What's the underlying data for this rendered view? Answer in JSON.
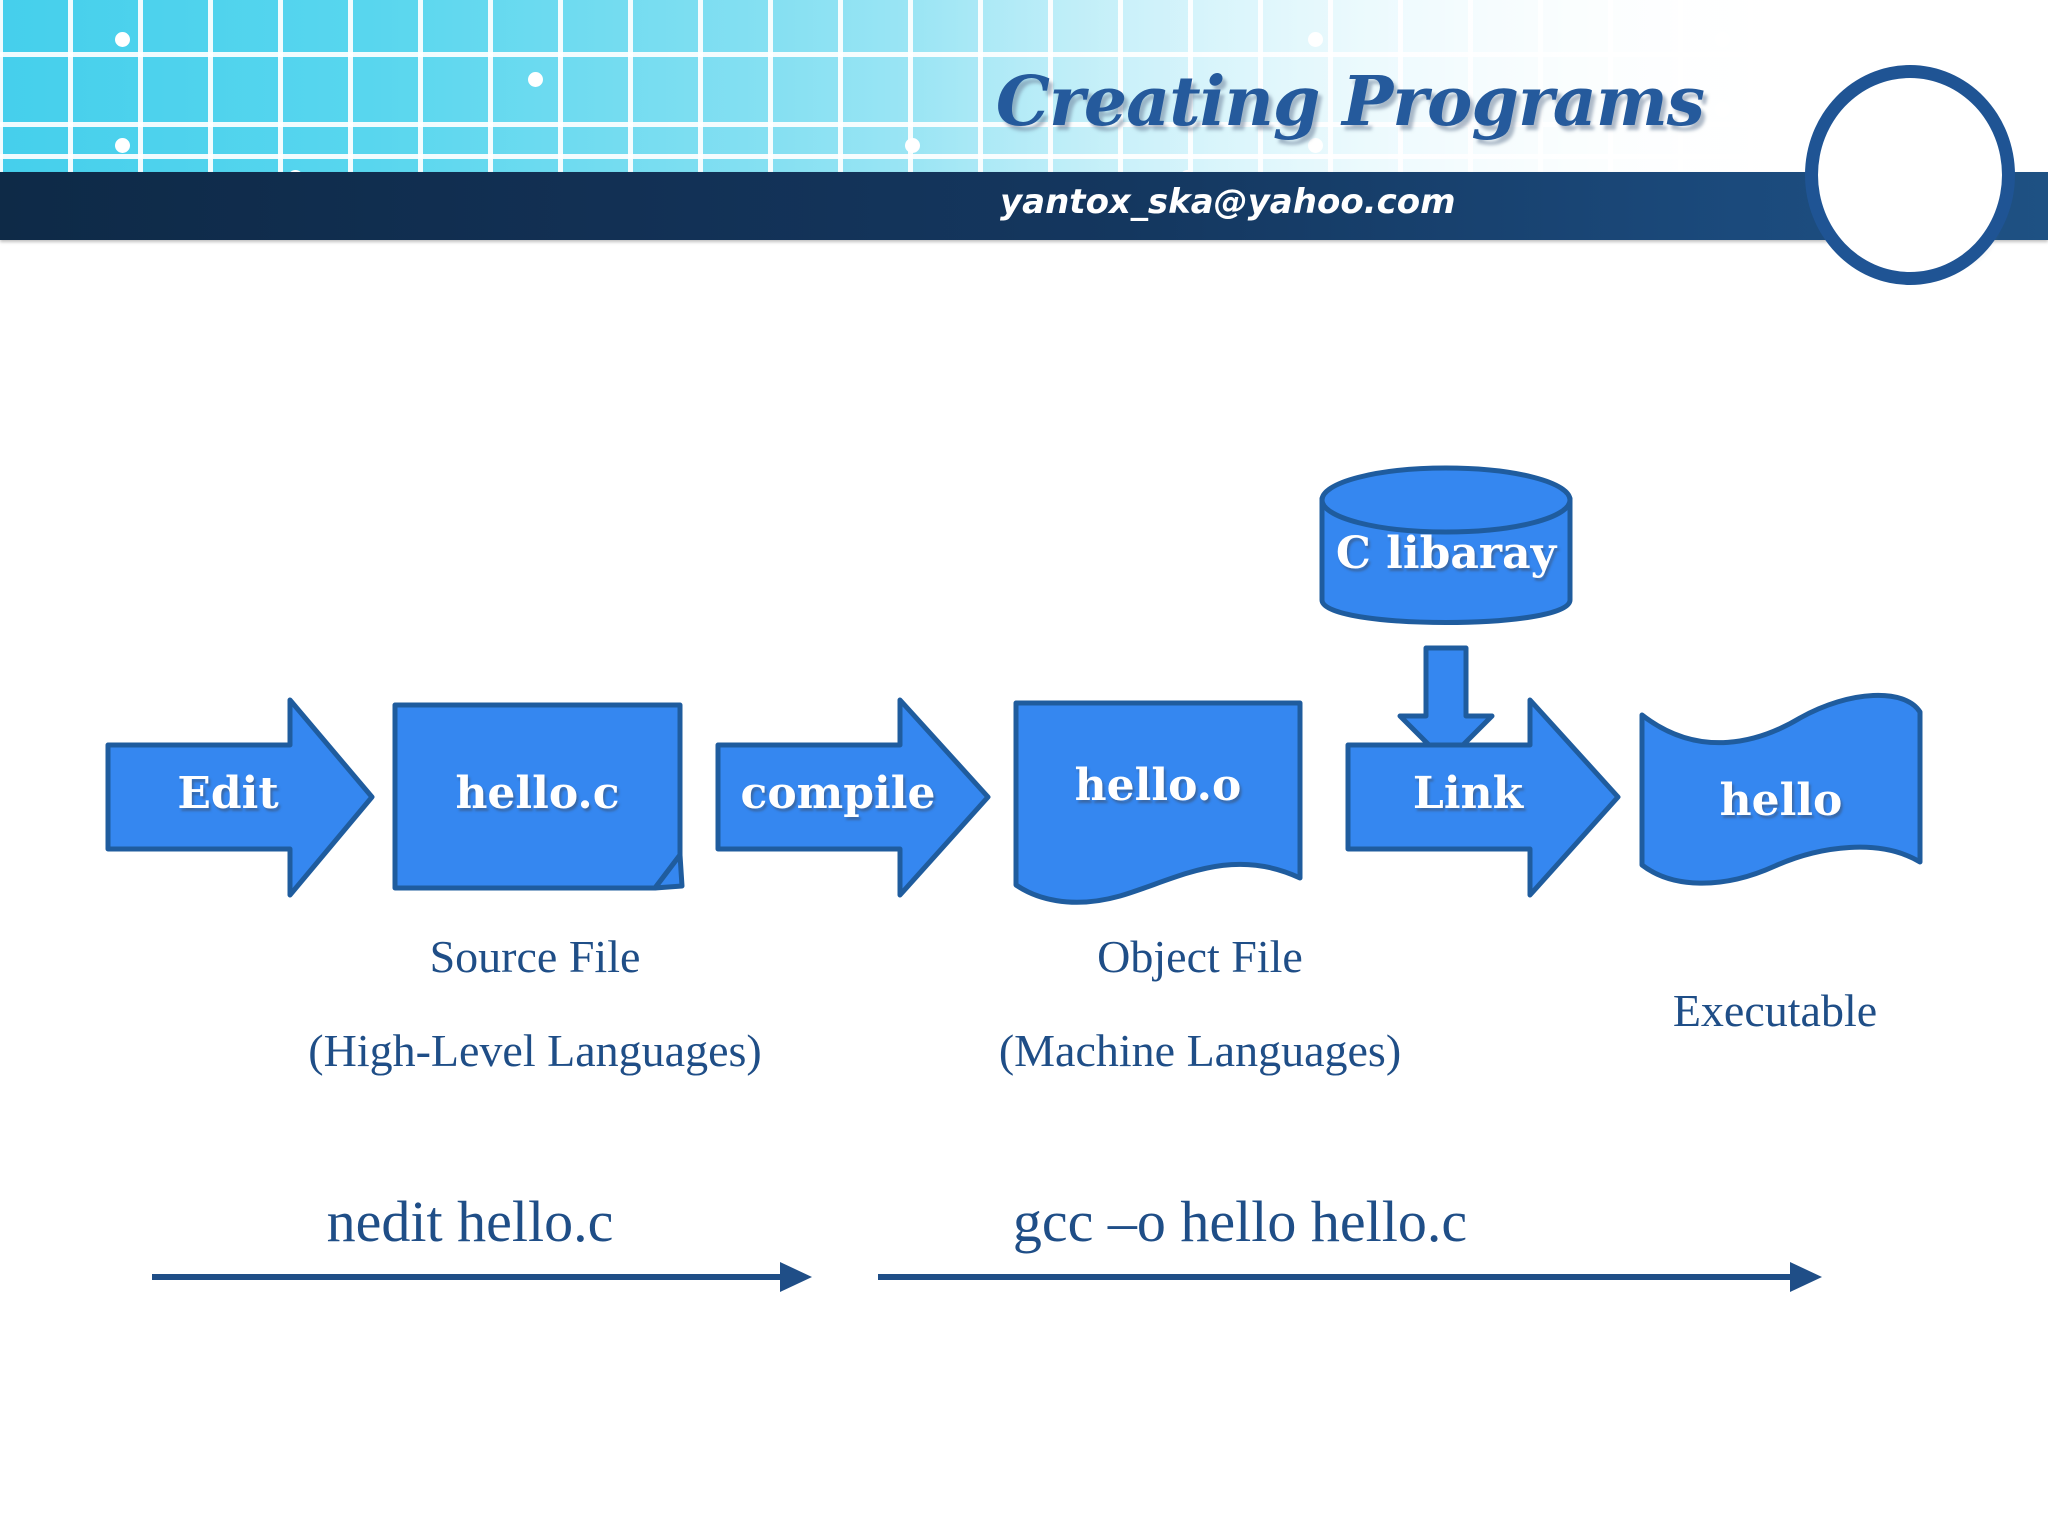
{
  "slide": {
    "title": "Creating Programs",
    "email": "yantox_ska@yahoo.com"
  },
  "colors": {
    "shape_fill": "#3587F0",
    "shape_stroke": "#1F5C9E",
    "title_blue": "#255A9C",
    "caption_blue": "#1F4E87",
    "navy_band": "#123054",
    "grid_cyan": "#45CFEC"
  },
  "diagram": {
    "type": "flowchart",
    "nodes": [
      {
        "id": "edit",
        "label": "Edit",
        "shape": "right-arrow"
      },
      {
        "id": "source",
        "label": "hello.c",
        "shape": "document-folded-corner"
      },
      {
        "id": "compile",
        "label": "compile",
        "shape": "right-arrow"
      },
      {
        "id": "object",
        "label": "hello.o",
        "shape": "wave-document"
      },
      {
        "id": "library",
        "label": "C libaray",
        "shape": "cylinder"
      },
      {
        "id": "link",
        "label": "Link",
        "shape": "right-arrow"
      },
      {
        "id": "executable",
        "label": "hello",
        "shape": "flag-wave"
      }
    ],
    "connectors": [
      {
        "from": "library",
        "to": "link",
        "style": "down-arrow"
      }
    ],
    "captions": [
      {
        "for": "source",
        "line1": "Source File",
        "line2": "(High-Level Languages)"
      },
      {
        "for": "object",
        "line1": "Object File",
        "line2": "(Machine Languages)"
      },
      {
        "for": "executable",
        "line1": "Executable",
        "line2": ""
      }
    ],
    "commands": [
      {
        "text": "nedit hello.c",
        "arrow": "right"
      },
      {
        "text": "gcc –o hello hello.c",
        "arrow": "right"
      }
    ]
  }
}
